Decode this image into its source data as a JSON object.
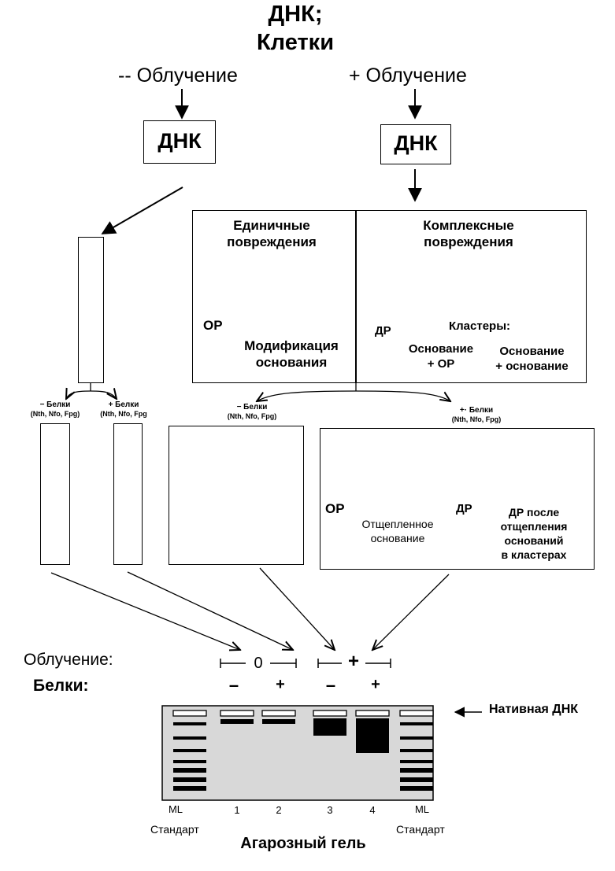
{
  "title": {
    "line1": "ДНК;",
    "line2": "Клетки"
  },
  "branches": {
    "minus": "-- Облучение",
    "plus": "+ Облучение"
  },
  "dna_box": {
    "left": "ДНК",
    "right": "ДНК"
  },
  "damage_box": {
    "single": {
      "heading_line1": "Единичные",
      "heading_line2": "повреждения",
      "op": "ОР",
      "mod_line1": "Модификация",
      "mod_line2": "основания"
    },
    "complex": {
      "heading_line1": "Комплексные",
      "heading_line2": "повреждения",
      "dr": "ДР",
      "clusters": "Кластеры:",
      "base_op_line1": "Основание",
      "base_op_line2": "+ ОР",
      "base_base_line1": "Основание",
      "base_base_line2": "+ основание"
    }
  },
  "protein_labels": {
    "left_minus": {
      "line1": "− Белки",
      "line2": "(Nth, Nfo, Fpg)"
    },
    "left_plus": {
      "line1": "+ Белки",
      "line2": "(Nth, Nfo, Fpg"
    },
    "right_minus": {
      "line1": "− Белки",
      "line2": "(Nth, Nfo, Fpg)"
    },
    "right_plus": {
      "line1": "+· Белки",
      "line2": "(Nth, Nfo, Fpg)"
    }
  },
  "plus_proteins_box": {
    "op": "ОР",
    "excised_line1": "Отщепленное",
    "excised_line2": "основание",
    "dr": "ДР",
    "dr_after_line1": "ДР после",
    "dr_after_line2": "отщепления",
    "dr_after_line3": "оснований",
    "dr_after_line4": "в кластерах"
  },
  "rows": {
    "irradiation_label": "Облучение:",
    "proteins_label": "Белки:",
    "dose_zero": "0",
    "dose_plus": "+",
    "signs": [
      "–",
      "+",
      "–",
      "+"
    ]
  },
  "gel": {
    "native_label": "Нативная ДНК",
    "lanes": [
      "ML",
      "1",
      "2",
      "3",
      "4",
      "ML"
    ],
    "standard_left": "Стандарт",
    "standard_right": "Стандарт",
    "caption": "Агарозный гель"
  }
}
